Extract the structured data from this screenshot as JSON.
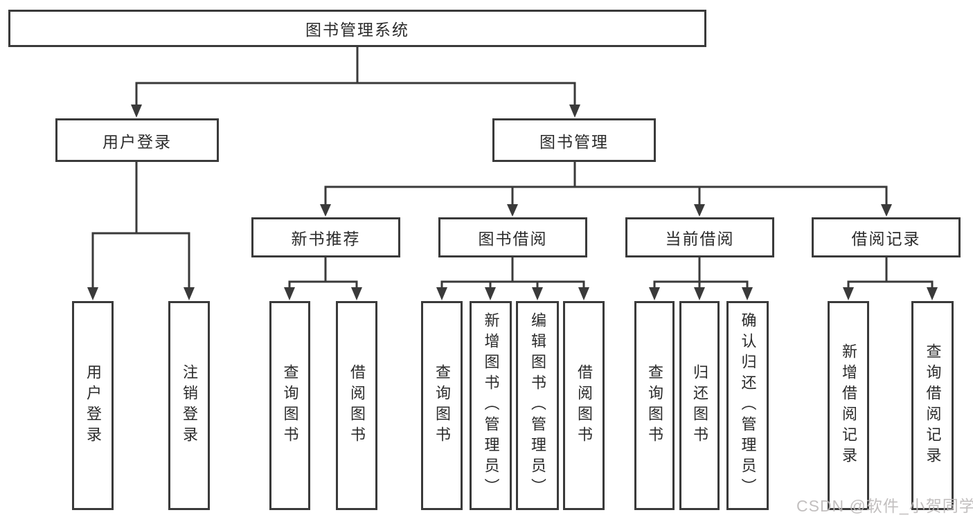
{
  "tree": {
    "root": {
      "label": "图书管理系统"
    },
    "branches": [
      {
        "label": "用户登录",
        "children": [
          {
            "label": "用户登录"
          },
          {
            "label": "注销登录"
          }
        ]
      },
      {
        "label": "图书管理",
        "children": [
          {
            "label": "新书推荐",
            "children": [
              {
                "label": "查询图书"
              },
              {
                "label": "借阅图书"
              }
            ]
          },
          {
            "label": "图书借阅",
            "children": [
              {
                "label": "查询图书"
              },
              {
                "label": "新增图书（管理员）"
              },
              {
                "label": "编辑图书（管理员）"
              },
              {
                "label": "借阅图书"
              }
            ]
          },
          {
            "label": "当前借阅",
            "children": [
              {
                "label": "查询图书"
              },
              {
                "label": "归还图书"
              },
              {
                "label": "确认归还（管理员）"
              }
            ]
          },
          {
            "label": "借阅记录",
            "children": [
              {
                "label": "新增借阅记录"
              },
              {
                "label": "查询借阅记录"
              }
            ]
          }
        ]
      }
    ]
  },
  "watermark": {
    "text": "CSDN @软件_小贺同学",
    "color": "#bcb9b9"
  },
  "colors": {
    "line": "#3a3a3a",
    "box_border": "#3a3a3a",
    "text": "#2b2b2b",
    "background": "#ffffff"
  }
}
